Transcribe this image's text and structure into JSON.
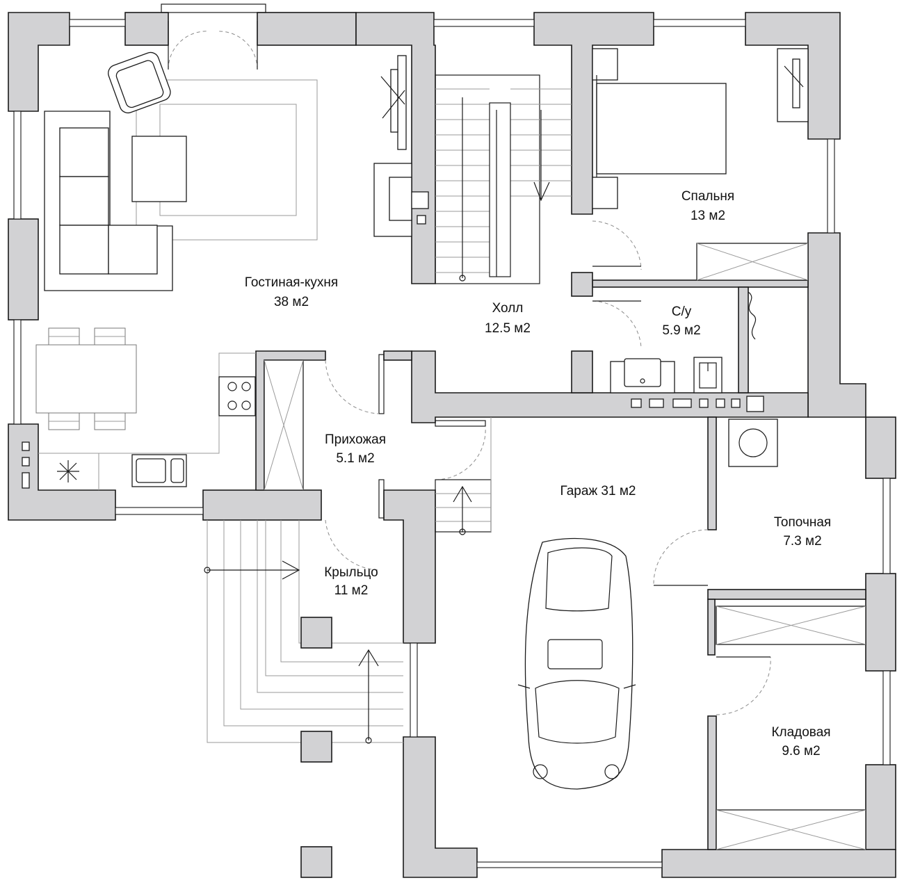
{
  "rooms": {
    "living": {
      "name": "Гостиная-кухня",
      "area": "38 м2"
    },
    "hall": {
      "name": "Холл",
      "area": "12.5 м2"
    },
    "bedroom": {
      "name": "Спальня",
      "area": "13 м2"
    },
    "bathroom": {
      "name": "С/у",
      "area": "5.9 м2"
    },
    "entrance": {
      "name": "Прихожая",
      "area": "5.1 м2"
    },
    "garage": {
      "name": "Гараж 31 м2"
    },
    "boiler": {
      "name": "Топочная",
      "area": "7.3 м2"
    },
    "porch": {
      "name": "Крыльцо",
      "area": "11 м2"
    },
    "storage": {
      "name": "Кладовая",
      "area": "9.6 м2"
    }
  },
  "colors": {
    "wall": "#d2d2d4",
    "line": "#1a1a1a"
  }
}
